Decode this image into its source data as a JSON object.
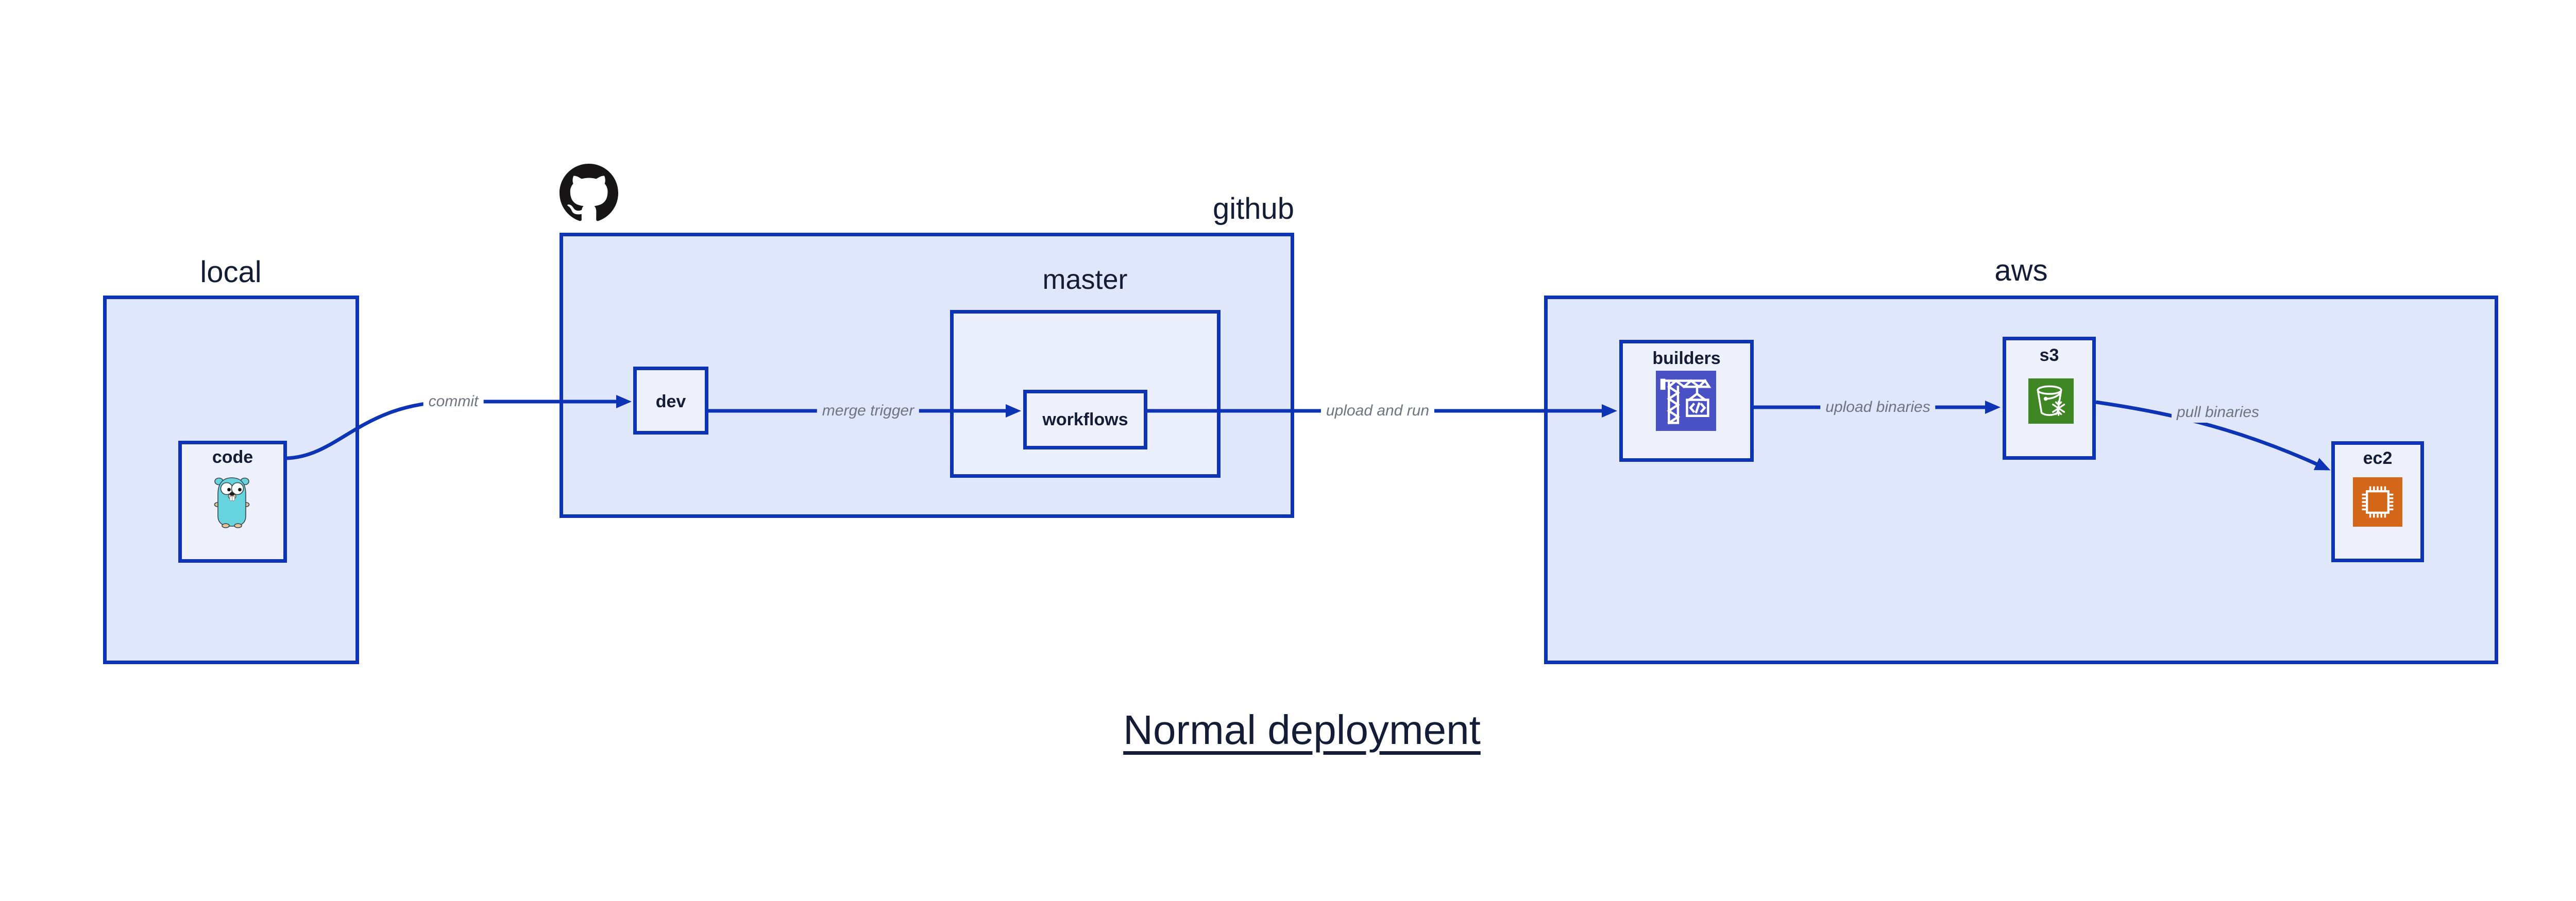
{
  "title": "Normal deployment",
  "colors": {
    "accent": "#0e34b6",
    "container_fill": "#e1e7fa",
    "node_fill": "#eef1fc",
    "master_fill": "#ebeffc",
    "ink": "#141c36",
    "muted": "#6e7480",
    "builders_bg": "#4a51c5",
    "s3_bg": "#3f8624",
    "ec2_bg": "#d4671a",
    "octocat_ink": "#171515",
    "gopher_body": "#67d4dd"
  },
  "containers": {
    "local": {
      "label": "local"
    },
    "github": {
      "label": "github",
      "logo_icon": "github-octocat-icon"
    },
    "master": {
      "label": "master"
    },
    "aws": {
      "label": "aws"
    }
  },
  "nodes": {
    "code": {
      "label": "code",
      "icon": "go-gopher-icon"
    },
    "dev": {
      "label": "dev"
    },
    "workflows": {
      "label": "workflows"
    },
    "builders": {
      "label": "builders",
      "icon": "codebuild-crane-icon"
    },
    "s3": {
      "label": "s3",
      "icon": "s3-glacier-bucket-icon"
    },
    "ec2": {
      "label": "ec2",
      "icon": "ec2-chip-icon"
    }
  },
  "edges": {
    "commit": {
      "from": "code",
      "to": "dev",
      "label": "commit"
    },
    "merge_trigger": {
      "from": "dev",
      "to": "workflows",
      "label": "merge trigger"
    },
    "upload_and_run": {
      "from": "workflows",
      "to": "builders",
      "label": "upload and run"
    },
    "upload_binaries": {
      "from": "builders",
      "to": "s3",
      "label": "upload binaries"
    },
    "pull_binaries": {
      "from": "s3",
      "to": "ec2",
      "label": "pull binaries"
    }
  }
}
